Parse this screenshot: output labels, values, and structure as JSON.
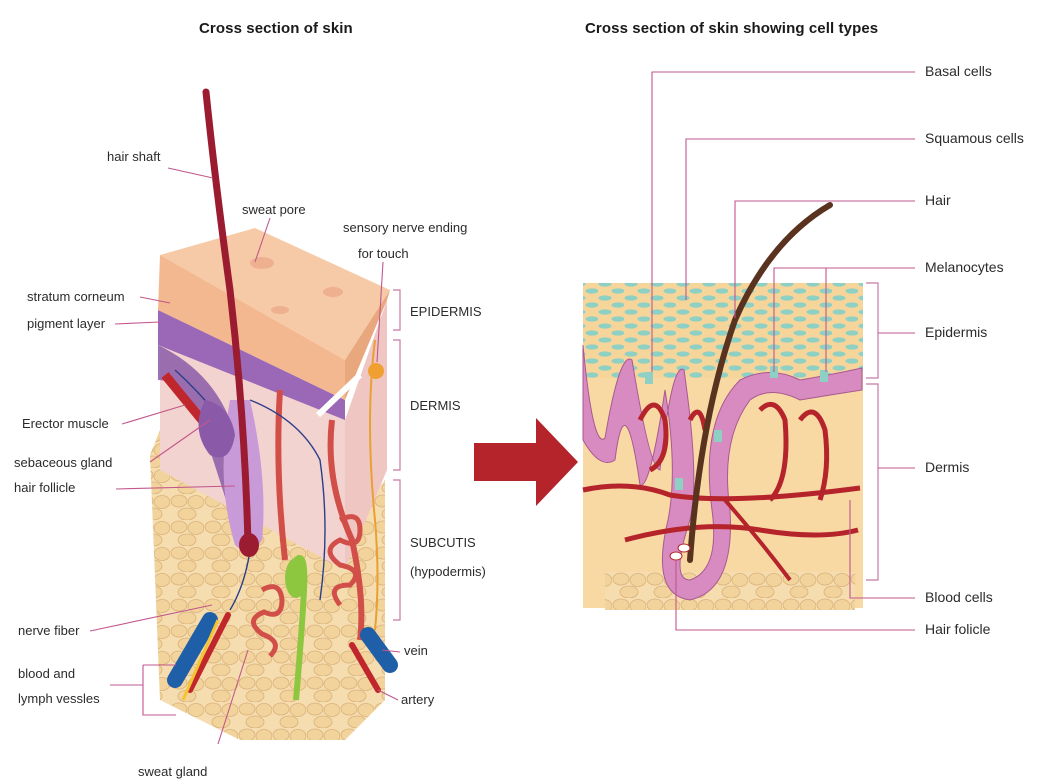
{
  "left_panel": {
    "title": "Cross section of skin",
    "labels": {
      "hair_shaft": "hair shaft",
      "sweat_pore": "sweat pore",
      "sensory_line1": "sensory nerve ending",
      "sensory_line2": "for touch",
      "stratum_corneum": "stratum corneum",
      "pigment_layer": "pigment layer",
      "epidermis": "EPIDERMIS",
      "dermis": "DERMIS",
      "erector_muscle": "Erector muscle",
      "sebaceous_gland": "sebaceous gland",
      "hair_follicle": "hair follicle",
      "subcutis_line1": "SUBCUTIS",
      "subcutis_line2": "(hypodermis)",
      "nerve_fiber": "nerve fiber",
      "vein": "vein",
      "blood_line1": "blood and",
      "blood_line2": "lymph vessles",
      "artery": "artery",
      "sweat_gland": "sweat gland"
    }
  },
  "right_panel": {
    "title": "Cross section of skin showing cell types",
    "labels": {
      "basal_cells": "Basal cells",
      "squamous_cells": "Squamous cells",
      "hair": "Hair",
      "melanocytes": "Melanocytes",
      "epidermis": "Epidermis",
      "dermis": "Dermis",
      "blood_cells": "Blood cells",
      "hair_folicle": "Hair folicle"
    }
  },
  "colors": {
    "skin_surface": "#f6caa6",
    "dermis": "#f3d3cf",
    "fat": "#f4d9a6",
    "vessel_red": "#c0272d",
    "vein_blue": "#1f5fa8",
    "purple_layer": "#8a5aa8",
    "arrow": "#b5232b",
    "leader_pink": "#c2578c",
    "basal_pink": "#d88bc0",
    "squamous_teal": "#8fd0c5",
    "hair_brown": "#5a3320"
  }
}
